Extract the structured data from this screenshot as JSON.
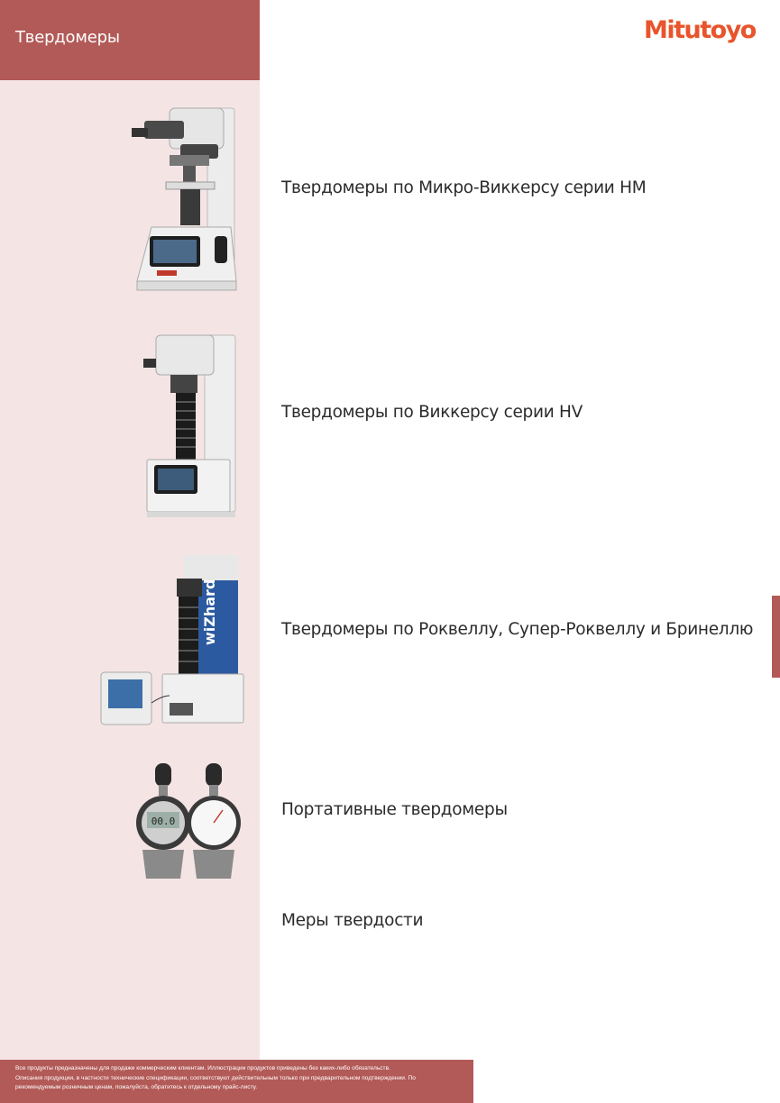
{
  "header": {
    "title": "Твердомеры"
  },
  "brand": {
    "logo_text": "Mitutoyo",
    "accent_color": "#e8542b"
  },
  "colors": {
    "primary": "#b25a57",
    "panel": "#f4e5e4",
    "text": "#2b2b2b"
  },
  "items": [
    {
      "label": "Твердомеры по Микро-Виккерсу серии HM"
    },
    {
      "label": "Твердомеры по Виккерсу серии HV"
    },
    {
      "label": "Твердомеры по Роквеллу, Супер-Роквеллу и Бринеллю",
      "image_label": "wiZhard"
    },
    {
      "label": "Портативные твердомеры",
      "image_label": "00.0"
    },
    {
      "label": "Меры твердости"
    }
  ],
  "footer": {
    "lines": [
      "Все продукты предназначены для продажи коммерческим клиентам. Иллюстрации продуктов приведены без каких-либо обязательств.",
      "Описания продукции, в частности технические спецификации, соответствуют действительным только при предварительном подтверждении. По",
      "рекомендуемым розничным ценам, пожалуйста, обратитесь к отдельному прайс-листу."
    ]
  }
}
